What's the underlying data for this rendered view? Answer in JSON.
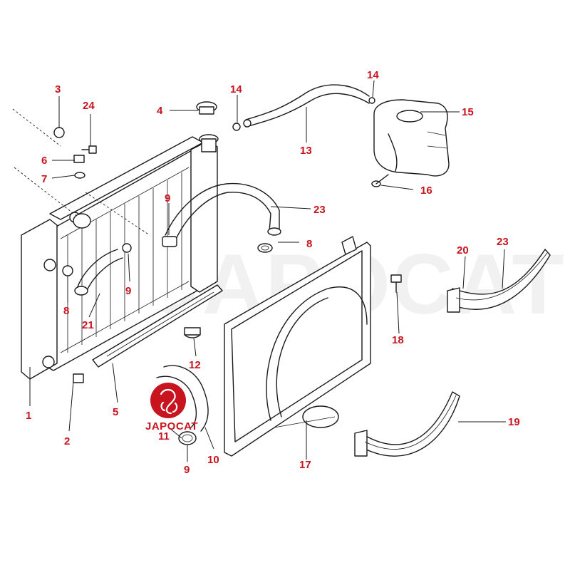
{
  "diagram": {
    "title": "Radiator & cooling system parts diagram",
    "callouts": {
      "c1": "1",
      "c2": "2",
      "c3": "3",
      "c4": "4",
      "c5": "5",
      "c6": "6",
      "c7": "7",
      "c8a": "8",
      "c8b": "8",
      "c9a": "9",
      "c9b": "9",
      "c9c": "9",
      "c10": "10",
      "c11": "11",
      "c12": "12",
      "c13": "13",
      "c14": "14",
      "c15": "15",
      "c16": "16",
      "c17": "17",
      "c18": "18",
      "c19": "19",
      "c20": "20",
      "c21": "21",
      "c23a": "23",
      "c23b": "23",
      "c24": "24"
    },
    "watermark": "JAPOCAT",
    "logo": {
      "text": "JAPOCAT",
      "color": "#c8141e"
    },
    "colors": {
      "callout": "#c8141e",
      "line": "#1a1a1a"
    }
  }
}
